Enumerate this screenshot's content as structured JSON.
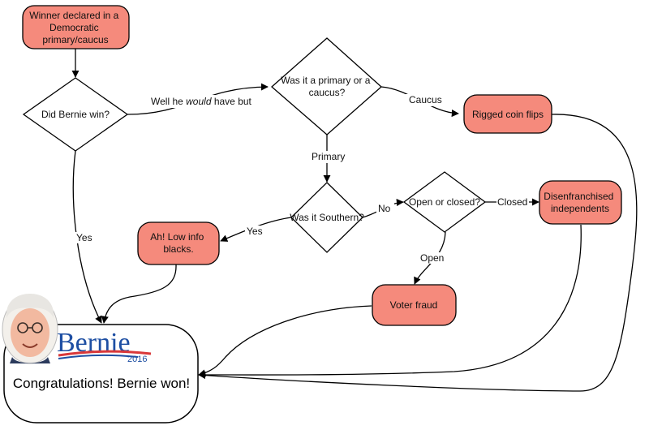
{
  "colors": {
    "process_fill": "#f58a7c",
    "stroke": "#000000",
    "decision_fill": "#ffffff",
    "logo_blue": "#1e4fa3",
    "logo_red": "#d9383a"
  },
  "nodes": {
    "start": [
      "Winner declared in a",
      "Democratic",
      "primary/caucus"
    ],
    "did_bernie_win": [
      "Did Bernie win?"
    ],
    "primary_or_caucus": [
      "Was it a primary or a",
      "caucus?"
    ],
    "rigged_coin_flips": [
      "Rigged coin flips"
    ],
    "was_it_southern": [
      "Was it Southern?"
    ],
    "open_or_closed": [
      "Open or closed?"
    ],
    "disenfranchised": [
      "Disenfranchised",
      "independents"
    ],
    "low_info": [
      "Ah! Low info",
      "blacks."
    ],
    "voter_fraud": [
      "Voter fraud"
    ],
    "final": "Congratulations! Bernie won!"
  },
  "edge_labels": {
    "well_he_would_pre": "Well he ",
    "well_he_would_em": "would",
    "well_he_would_post": " have but",
    "caucus": "Caucus",
    "primary": "Primary",
    "no": "No",
    "closed": "Closed",
    "yes_southern": "Yes",
    "open": "Open",
    "yes_win": "Yes"
  },
  "logo": {
    "wordmark": "Bernie",
    "year": "2016",
    "icon": "bernie-portrait-icon"
  }
}
